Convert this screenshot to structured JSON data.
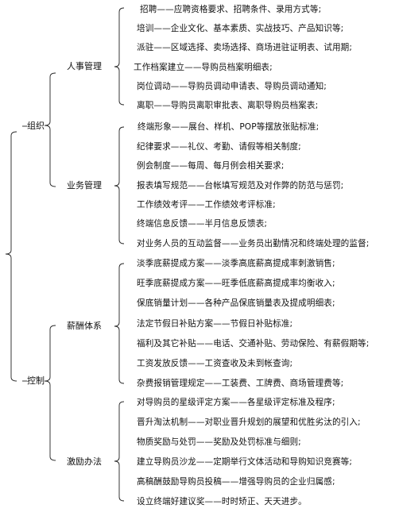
{
  "root": {
    "groups": [
      {
        "label": "组织",
        "children": [
          {
            "label": "人事管理",
            "items": [
              "招聘——应聘资格要求、招聘条件、录用方式等;",
              "培训——企业文化、基本素质、实战技巧、产品知识等;",
              "派驻——区域选择、卖场选择、商场进驻证明表、试用期;",
              "工作档案建立——导购员档案明细表;",
              "岗位调动——导购员调动申请表、导购员调动通知;",
              "离职——导购员离职审批表、离职导购员档案表;"
            ]
          },
          {
            "label": "业务管理",
            "items": [
              "终端形象——展台、样机、POP等摆放张贴标准;",
              "纪律要求——礼仪、考勤、请假等相关制度;",
              "例会制度——每周、每月例会相关要求;",
              "报表填写规范——台帐填写规范及对作弊的防范与惩罚;",
              "工作绩效考评——工作绩效考评标准;",
              "终端信息反馈——半月信息反馈表;",
              "对业务人员的互动监督——业务员出勤情况和终端处理的监督;"
            ]
          }
        ]
      },
      {
        "label": "控制",
        "children": [
          {
            "label": "薪酬体系",
            "items": [
              "淡季底薪提成方案——淡季高底薪高提成率刺激销售;",
              "旺季底薪提成方案——旺季低底薪高提成率均衡收入;",
              "保底销量计划——各种产品保底销量表及提成明细表;",
              "法定节假日补贴方案——节假日补贴标准;",
              "福利及其它补贴——电话、交通补贴、劳动保险、有薪假期等;",
              "工资发放反馈——工资查收及未到帐查询;",
              "杂费报销管理规定——工装费、工牌费、商场管理费等;"
            ]
          },
          {
            "label": "激励办法",
            "items": [
              "对导购员的星级评定方案——各星级评定标准及程序;",
              "晋升淘汰机制——对职业晋升规划的展望和优胜劣汰的引入;",
              "物质奖励与处罚——奖励及处罚标准与细则;",
              "建立导购员沙龙——定期举行文体活动和导购知识竞赛等;",
              "高稿酬鼓励导购员投稿——增强导购员的企业归属感;",
              "设立终端好建议奖——时时矫正、天天进步。"
            ]
          }
        ]
      }
    ]
  }
}
